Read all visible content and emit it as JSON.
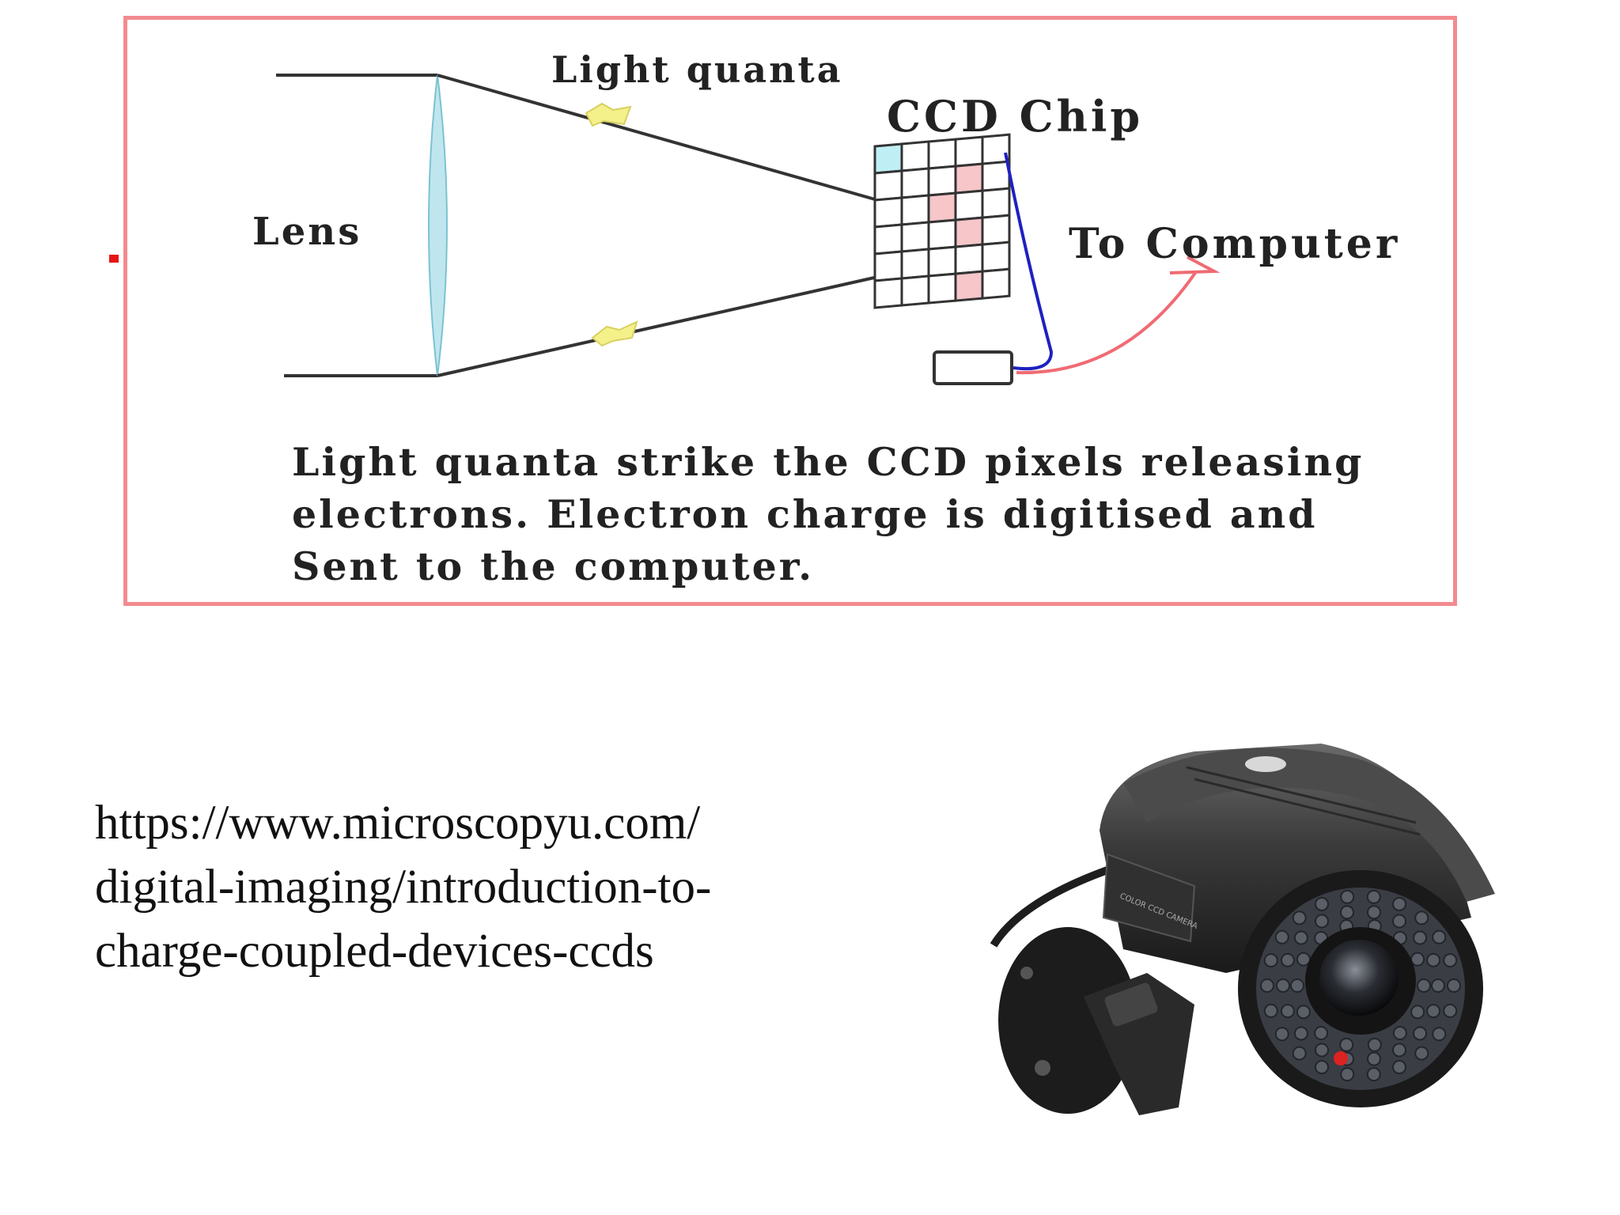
{
  "diagram": {
    "labels": {
      "light_quanta": "Light quanta",
      "ccd_chip": "CCD Chip",
      "lens": "Lens",
      "to_computer": "To Computer"
    },
    "caption_lines": [
      "Light quanta strike the CCD pixels releasing",
      "electrons. Electron charge is digitised and",
      "Sent to the computer."
    ],
    "colors": {
      "border": "#f28b8f",
      "lens": "#bfe6ee",
      "photon": "#f4f08a",
      "cyan_pixel": "#bfeff4",
      "pink_pixel": "#f6c6c9",
      "wire": "#2020c0",
      "arrow": "#f06b73"
    }
  },
  "reference": {
    "url_lines": [
      "https://www.microscopyu.com/",
      "digital-imaging/introduction-to-",
      "charge-coupled-devices-ccds"
    ]
  },
  "camera_image": {
    "printed_text": [
      "COLOR CCD CAMERA"
    ]
  }
}
